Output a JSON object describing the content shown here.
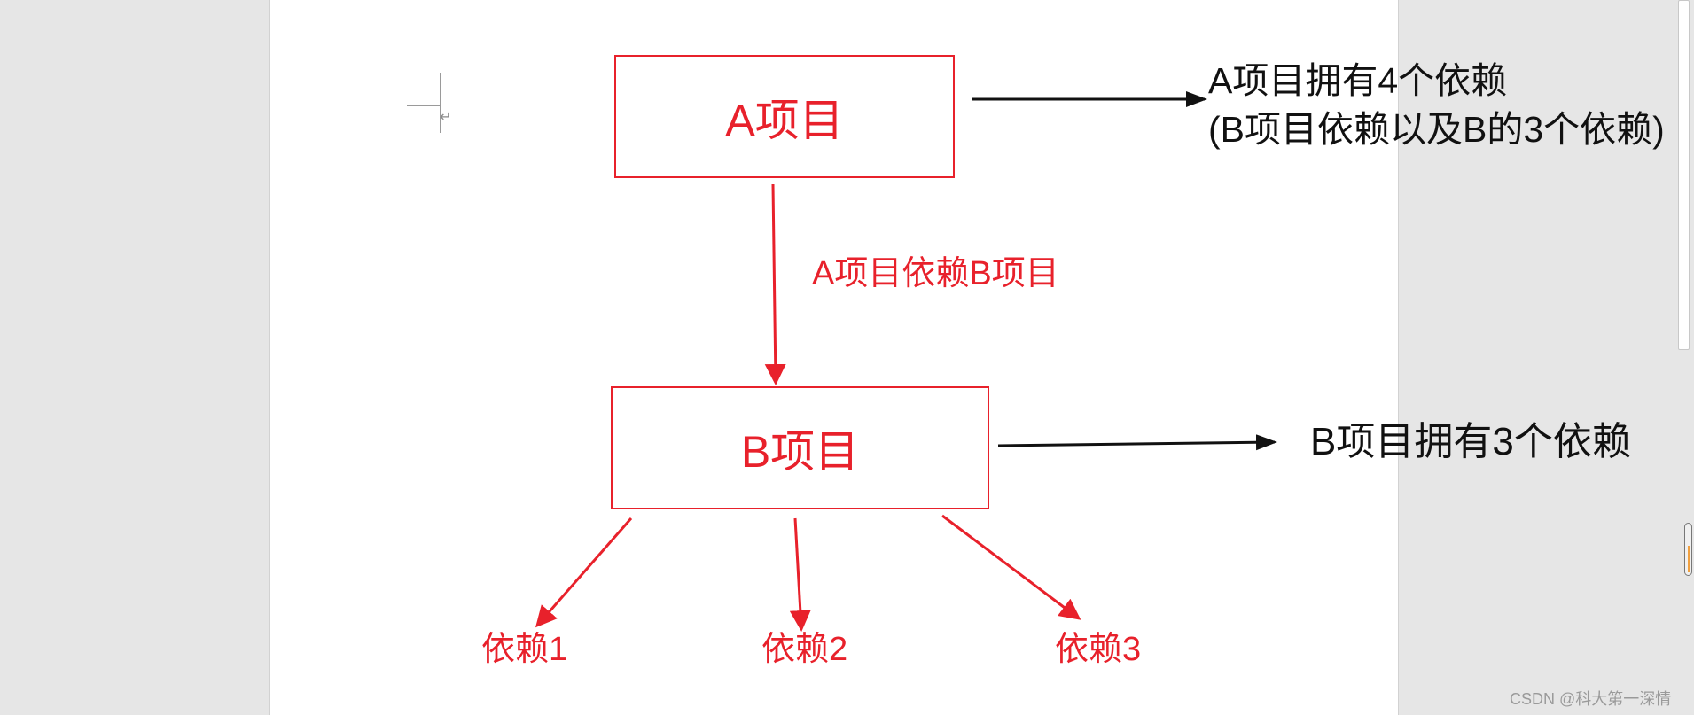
{
  "diagram": {
    "node_a": {
      "label": "A项目"
    },
    "node_b": {
      "label": "B项目"
    },
    "edge_a_to_b_label": "A项目依赖B项目",
    "note_a": {
      "line1": "A项目拥有4个依赖",
      "line2": "(B项目依赖以及B的3个依赖)"
    },
    "note_b": "B项目拥有3个依赖",
    "dependencies": [
      "依赖1",
      "依赖2",
      "依赖3"
    ]
  },
  "colors": {
    "accent_red": "#e8212b",
    "text_black": "#111111",
    "background_gray": "#e6e6e6"
  },
  "watermark": "CSDN @科大第一深情"
}
